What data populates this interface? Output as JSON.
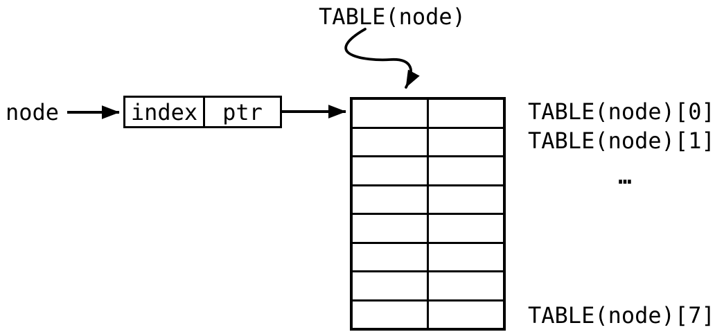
{
  "title_label": {
    "text": "TABLE(node)"
  },
  "node_label": {
    "text": "node"
  },
  "struct": {
    "fields": [
      {
        "label": "index"
      },
      {
        "label": "ptr"
      }
    ]
  },
  "table": {
    "rows": 8,
    "columns": 2
  },
  "row_labels": {
    "row0": "TABLE(node)[0]",
    "row1": "TABLE(node)[1]",
    "ellipsis": "…",
    "row7": "TABLE(node)[7]"
  },
  "colors": {
    "ink": "#000000",
    "background": "#ffffff"
  }
}
